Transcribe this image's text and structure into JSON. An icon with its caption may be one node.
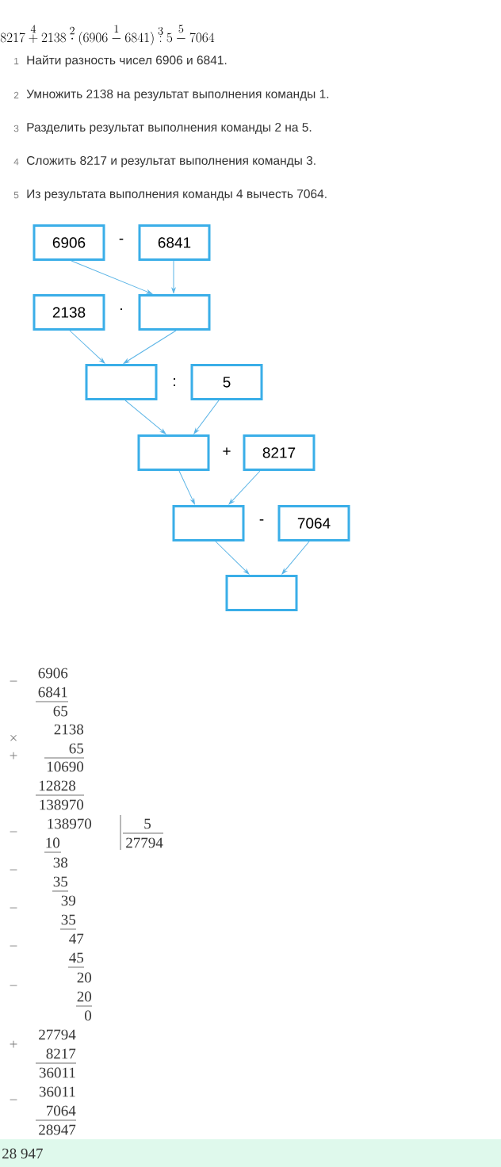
{
  "diagram": {
    "nodes": [
      {
        "text": [
          "6906"
        ]
      },
      {
        "text": [
          "6841"
        ]
      },
      {
        "text": [
          "2138"
        ]
      },
      {
        "text": [],
        "shape": "box"
      },
      {
        "text": [],
        "shape": "box"
      },
      {
        "text": [
          "5"
        ]
      },
      {
        "text": [],
        "shape": "box"
      },
      {
        "text": [
          "8217"
        ]
      },
      {
        "text": [],
        "shape": "box"
      },
      {
        "text": [
          "7064"
        ]
      },
      {
        "text": [],
        "shape": "box"
      }
    ],
    "edges": [
      {
        "from": 0,
        "to": 3,
        "arrow": "to"
      },
      {
        "from": 1,
        "to": 3,
        "arrow": "to"
      },
      {
        "from": 2,
        "to": 4,
        "arrow": "to"
      },
      {
        "from": 3,
        "to": 4,
        "arrow": "to"
      },
      {
        "from": 4,
        "to": 6,
        "arrow": "to"
      },
      {
        "from": 5,
        "to": 6,
        "arrow": "to"
      },
      {
        "from": 6,
        "to": 8,
        "arrow": "to"
      },
      {
        "from": 7,
        "to": 8,
        "arrow": "to"
      },
      {
        "from": 8,
        "to": 10,
        "arrow": "to"
      },
      {
        "from": 9,
        "to": 10,
        "arrow": "to"
      }
    ],
    "labels": [
      "8217\\mathbin{\\stackrel{4}{+}}2138\\mathbin{\\stackrel{2}{\\cdot}}(6906\\mathbin{\\stackrel{1}{-}}6841)\\mathbin{\\stackrel{3}{:}}5\\mathbin{\\stackrel{5}{-}}7064",
      "1",
      "Найти разность чисел 6906 и 6841.",
      "2",
      "Умножить 2138 на результат выполнения команды 1.",
      "3",
      "Разделить результат выполнения команды 2 на 5.",
      "4",
      "Сложить 8217 и результат выполнения команды 3.",
      "5",
      "Из результата выполнения команды 4 вычесть 7064.",
      "-",
      "·",
      ":",
      "+",
      "-",
      "−",
      "6906",
      "6841",
      "65",
      "2138",
      "×",
      "65",
      "+",
      "10690",
      "12828",
      "138970",
      "138970",
      "5",
      "−",
      "10",
      "27794",
      "−",
      "38",
      "35",
      "−",
      "39",
      "35",
      "−",
      "47",
      "45",
      "−",
      "20",
      "20",
      "0",
      "27794",
      "+",
      "8217",
      "36011",
      "36011",
      "−",
      "7064",
      "28947",
      "28 947"
    ]
  }
}
